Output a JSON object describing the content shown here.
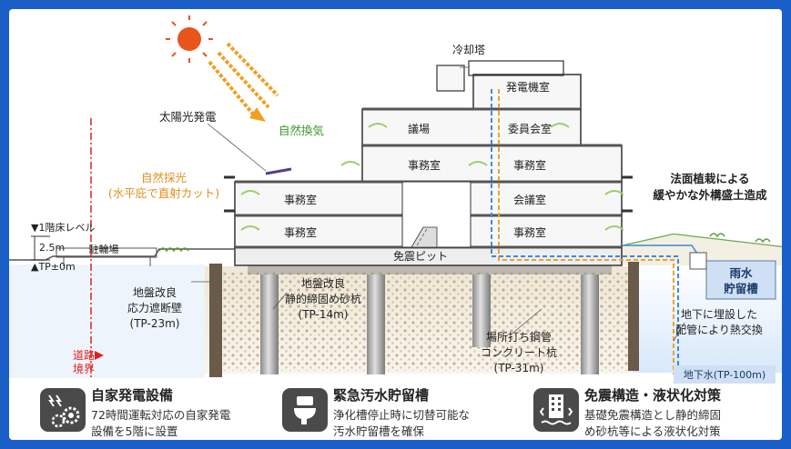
{
  "labels": {
    "cooling_tower": "冷却塔",
    "generator_room": "発電機室",
    "assembly_hall": "議場",
    "committee_room": "委員会室",
    "office": "事務室",
    "meeting_room": "会議室",
    "seismic_pit": "免震ピット",
    "bicycle_parking": "駐輪場",
    "solar_power": "太陽光発電",
    "natural_ventilation": "自然換気",
    "natural_lighting_1": "自然採光",
    "natural_lighting_2": "(水平庇で直射カット)",
    "slope_planting_1": "法面植栽による",
    "slope_planting_2": "緩やかな外構盛土造成",
    "rain_tank_1": "雨水",
    "rain_tank_2": "貯留槽",
    "floor_level_1f": "▼1階床レベル",
    "height_2_5m": "2.5m",
    "tp_zero": "▲TP±0m",
    "ground_improve_wall_1": "地盤改良",
    "ground_improve_wall_2": "応力遮断壁",
    "ground_improve_wall_3": "(TP-23m)",
    "ground_improve_pile_1": "地盤改良",
    "ground_improve_pile_2": "静的締固め砂杭",
    "ground_improve_pile_3": "(TP-14m)",
    "cast_pile_1": "場所打ち鋼管",
    "cast_pile_2": "コンクリート杭",
    "cast_pile_3": "(TP-31m)",
    "geothermal_1": "地下に埋設した",
    "geothermal_2": "配管により熱交換",
    "groundwater": "地下水(TP-100m)",
    "road_boundary_1": "道路",
    "road_boundary_2": "境界"
  },
  "features": [
    {
      "icon": "generator-gear-icon",
      "title": "自家発電設備",
      "line1": "72時間運転対応の自家発電",
      "line2": "設備を5階に設置"
    },
    {
      "icon": "toilet-icon",
      "title": "緊急汚水貯留槽",
      "line1": "浄化槽停止時に切替可能な",
      "line2": "汚水貯留槽を確保"
    },
    {
      "icon": "seismic-building-icon",
      "title": "免震構造・液状化対策",
      "line1": "基礎免震構造とし静的締固",
      "line2": "め砂杭等による液状化対策"
    }
  ],
  "colors": {
    "frame_blue": "#1a5fc8",
    "sun": "#e8541a",
    "sunbeam": "#f0a020",
    "green_text": "#3a9a2a",
    "orange_text": "#e09020",
    "road_red": "#e02020",
    "pipe_blue": "#3a8ae0",
    "pipe_orange": "#f0a030",
    "tank_blue": "#cfe0f5"
  }
}
